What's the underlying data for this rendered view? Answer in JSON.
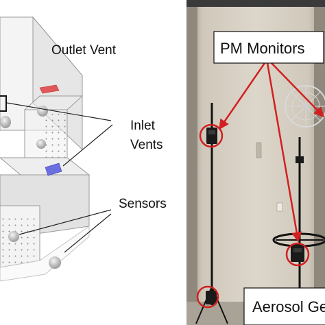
{
  "figure": {
    "left_panel": {
      "labels": {
        "outlet_vent": "Outlet Vent",
        "inlet_vents_line1": "Inlet",
        "inlet_vents_line2": "Vents",
        "sensors": "Sensors"
      },
      "colors": {
        "outlet_vent": "#e0585a",
        "inlet_vent": "#6b6fe0",
        "room_fill": "#e9e9e9",
        "wall_line": "#9a9a9a"
      }
    },
    "right_panel": {
      "labels": {
        "pm_monitors": "PM Monitors",
        "aerosol_generator": "Aerosol Ge"
      },
      "colors": {
        "pointer": "#d21f1f",
        "wall": "#c8c0b2",
        "floor": "#b9b3a8"
      }
    }
  }
}
